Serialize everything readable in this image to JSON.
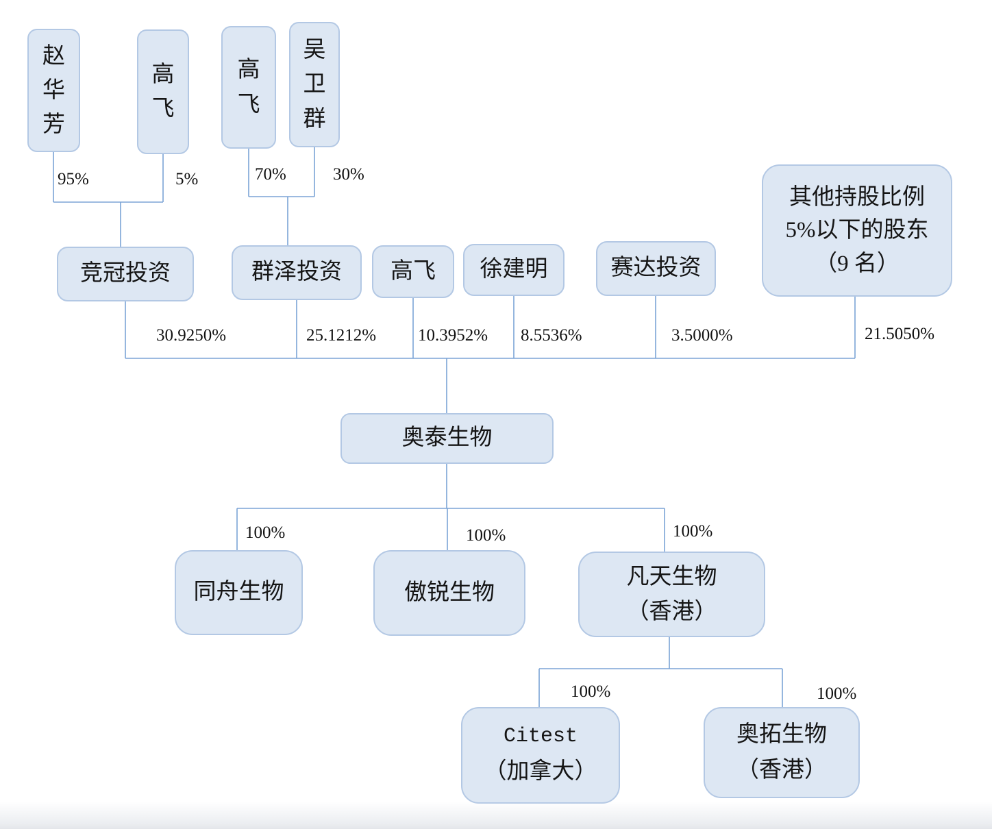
{
  "colors": {
    "box_fill": "#dde7f3",
    "box_border": "#b3c8e4",
    "line": "#7ba4d6",
    "text": "#151515"
  },
  "nodes": {
    "zhao": {
      "label": "赵华芳"
    },
    "gao_top1": {
      "label": "高飞"
    },
    "gao_top2": {
      "label": "高飞"
    },
    "wu": {
      "label": "吴卫群"
    },
    "jingguan": {
      "label": "竞冠投资"
    },
    "qunze": {
      "label": "群泽投资"
    },
    "gao_mid": {
      "label": "高飞"
    },
    "xu": {
      "label": "徐建明"
    },
    "saida": {
      "label": "赛达投资"
    },
    "qita": {
      "line1": "其他持股比例",
      "line2": "5%以下的股东",
      "line3": "（9 名）"
    },
    "aotai": {
      "label": "奥泰生物"
    },
    "tongzhou": {
      "label": "同舟生物"
    },
    "aorui": {
      "label": "傲锐生物"
    },
    "fantian": {
      "line1": "凡天生物",
      "line2": "（香港）"
    },
    "citest": {
      "line1": "Citest",
      "line2": "（加拿大）"
    },
    "aotuo": {
      "line1": "奥拓生物",
      "line2": "（香港）"
    }
  },
  "edge_labels": {
    "zhao_jingguan": "95%",
    "gao_jingguan": "5%",
    "gao_qunze": "70%",
    "wu_qunze": "30%",
    "jingguan_aotai": "30.9250%",
    "qunze_aotai": "25.1212%",
    "gao_aotai": "10.3952%",
    "xu_aotai": "8.5536%",
    "saida_aotai": "3.5000%",
    "qita_aotai": "21.5050%",
    "aotai_tongzhou": "100%",
    "aotai_aorui": "100%",
    "aotai_fantian": "100%",
    "fantian_citest": "100%",
    "fantian_aotuo": "100%"
  }
}
